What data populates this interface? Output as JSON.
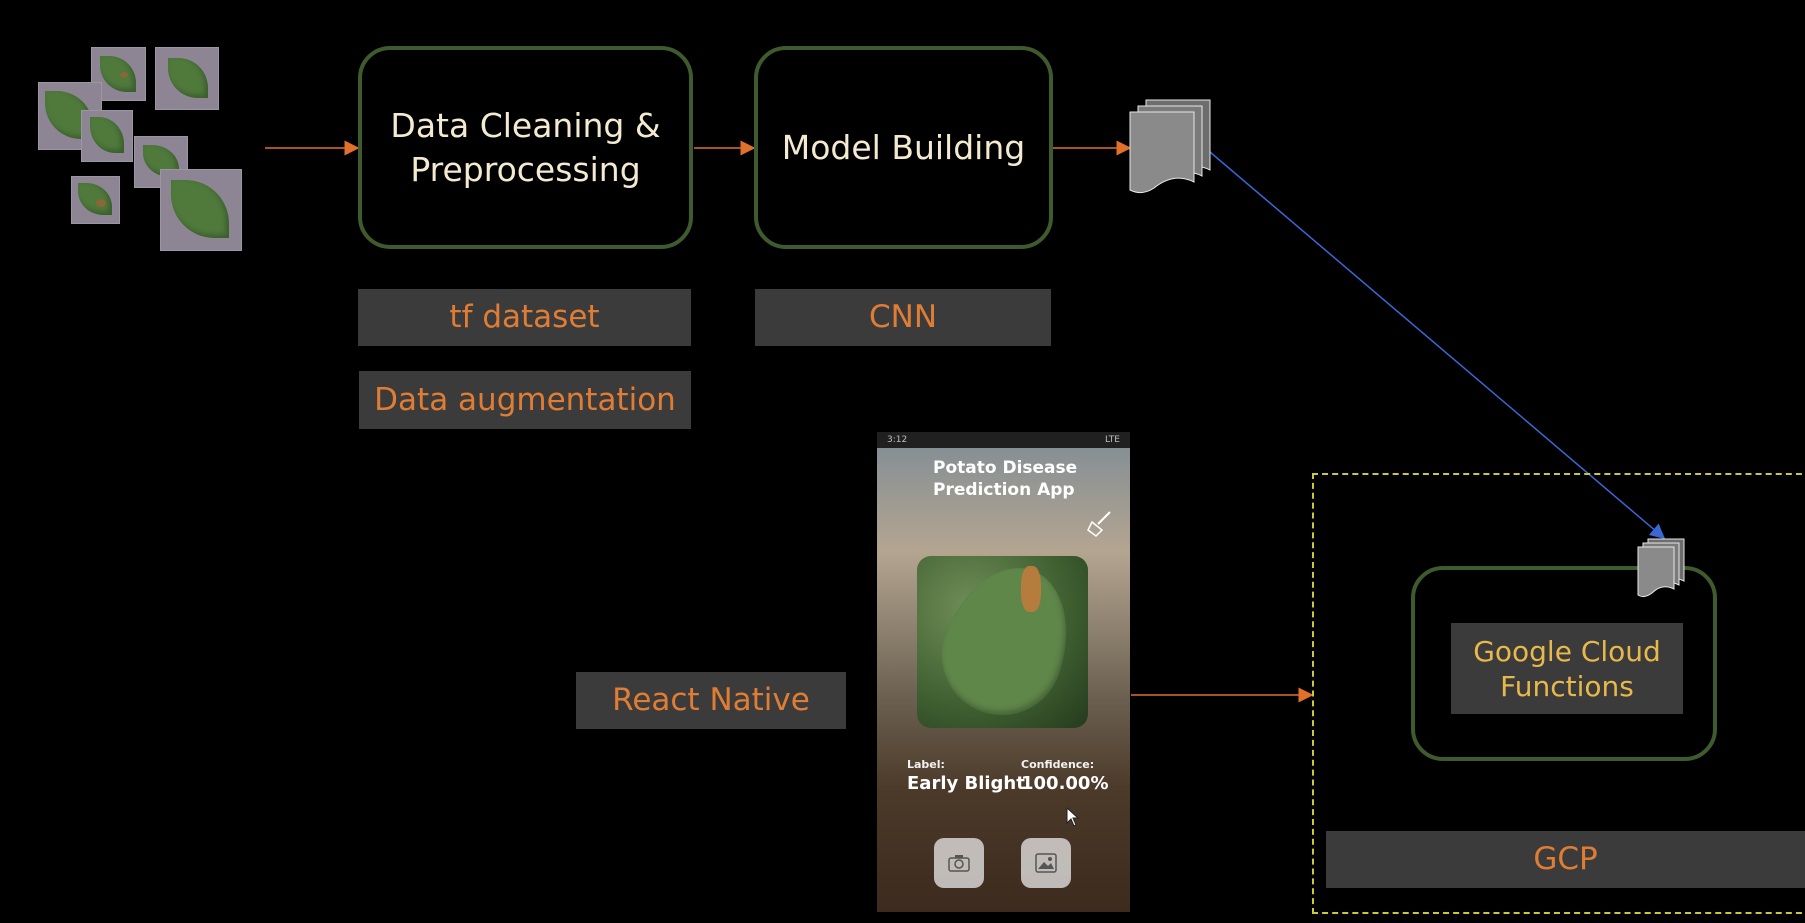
{
  "pipeline": {
    "data_cleaning": [
      "Data Cleaning &",
      "Preprocessing"
    ],
    "model_building": "Model Building"
  },
  "tags": {
    "tf_dataset": "tf dataset",
    "data_augmentation": "Data augmentation",
    "cnn": "CNN",
    "react_native": "React Native",
    "gcp": "GCP",
    "cloud_functions": [
      "Google Cloud",
      "Functions"
    ]
  },
  "phone": {
    "time": "3:12",
    "status_right": "LTE",
    "title": [
      "Potato Disease",
      "Prediction App"
    ],
    "label_caption": "Label:",
    "label_value": "Early Blight",
    "confidence_caption": "Confidence:",
    "confidence_value": "100.00%"
  },
  "colors": {
    "box_border": "#3f5a2d",
    "tag_background": "#3b3b3b",
    "tag_text": "#e07d35",
    "arrow_orange": "#e0702a",
    "arrow_blue": "#3a66d6",
    "gcp_dashed": "#c9c93a"
  }
}
